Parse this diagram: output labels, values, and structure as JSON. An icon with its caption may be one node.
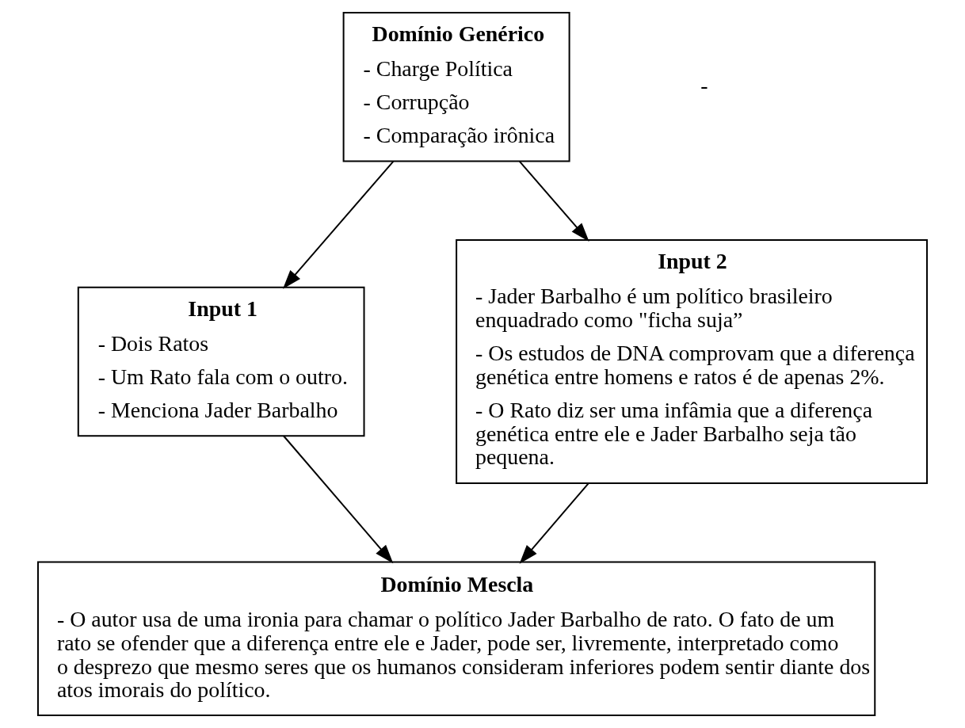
{
  "diagram": {
    "nodes": [
      {
        "text": [
          "Domínio Genérico",
          "- Charge Política",
          "- Corrupção",
          "- Comparação irônica"
        ]
      },
      {
        "text": [
          "Input 1",
          "- Dois Ratos",
          "- Um Rato fala com o outro.",
          "- Menciona Jader Barbalho"
        ]
      },
      {
        "text": [
          "Input 2",
          "- Jader Barbalho é um político brasileiro enquadrado como \"ficha suja”",
          "- Os estudos de DNA comprovam que a diferença genética entre homens e ratos é de apenas 2%.",
          "- O Rato diz ser uma infâmia que a diferença genética entre ele e Jader Barbalho seja tão pequena."
        ]
      },
      {
        "text": [
          "Domínio Mescla",
          "- O autor usa de uma ironia para chamar o político Jader Barbalho de rato. O fato de um rato se ofender que a diferença entre ele e Jader, pode ser, livremente, interpretado como o desprezo que mesmo seres que os humanos consideram inferiores podem sentir diante dos atos imorais do político."
        ]
      }
    ],
    "edges": [
      {
        "from": 0,
        "to": 1,
        "arrow": "to"
      },
      {
        "from": 0,
        "to": 2,
        "arrow": "to"
      },
      {
        "from": 1,
        "to": 3,
        "arrow": "to"
      },
      {
        "from": 2,
        "to": 3,
        "arrow": "to"
      }
    ],
    "labels": [
      "-"
    ]
  }
}
